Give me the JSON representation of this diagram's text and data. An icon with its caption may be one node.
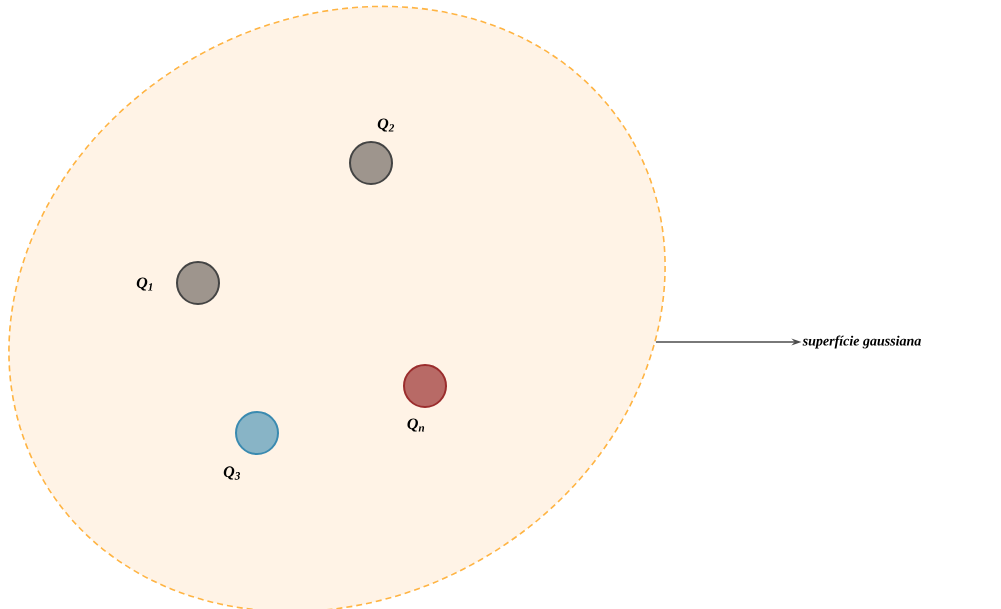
{
  "diagram": {
    "nodes": [
      {
        "text": [],
        "shape": "ellipse"
      },
      {
        "text": [],
        "shape": "circle",
        "in": 0,
        "beside": [
          "Q$_{2}$"
        ]
      },
      {
        "text": [],
        "shape": "circle",
        "in": 0,
        "beside": [
          "Q$_{1}$"
        ]
      },
      {
        "text": [
          "superfície gaussiana"
        ]
      },
      {
        "text": [],
        "shape": "circle",
        "in": 0,
        "beside": [
          "Q$_{n}$"
        ]
      },
      {
        "text": [],
        "shape": "circle",
        "in": 0,
        "beside": [
          "Q$_{3}$"
        ]
      }
    ],
    "edges": [
      {
        "from": 0,
        "to": 3,
        "arrow": "to"
      }
    ]
  }
}
